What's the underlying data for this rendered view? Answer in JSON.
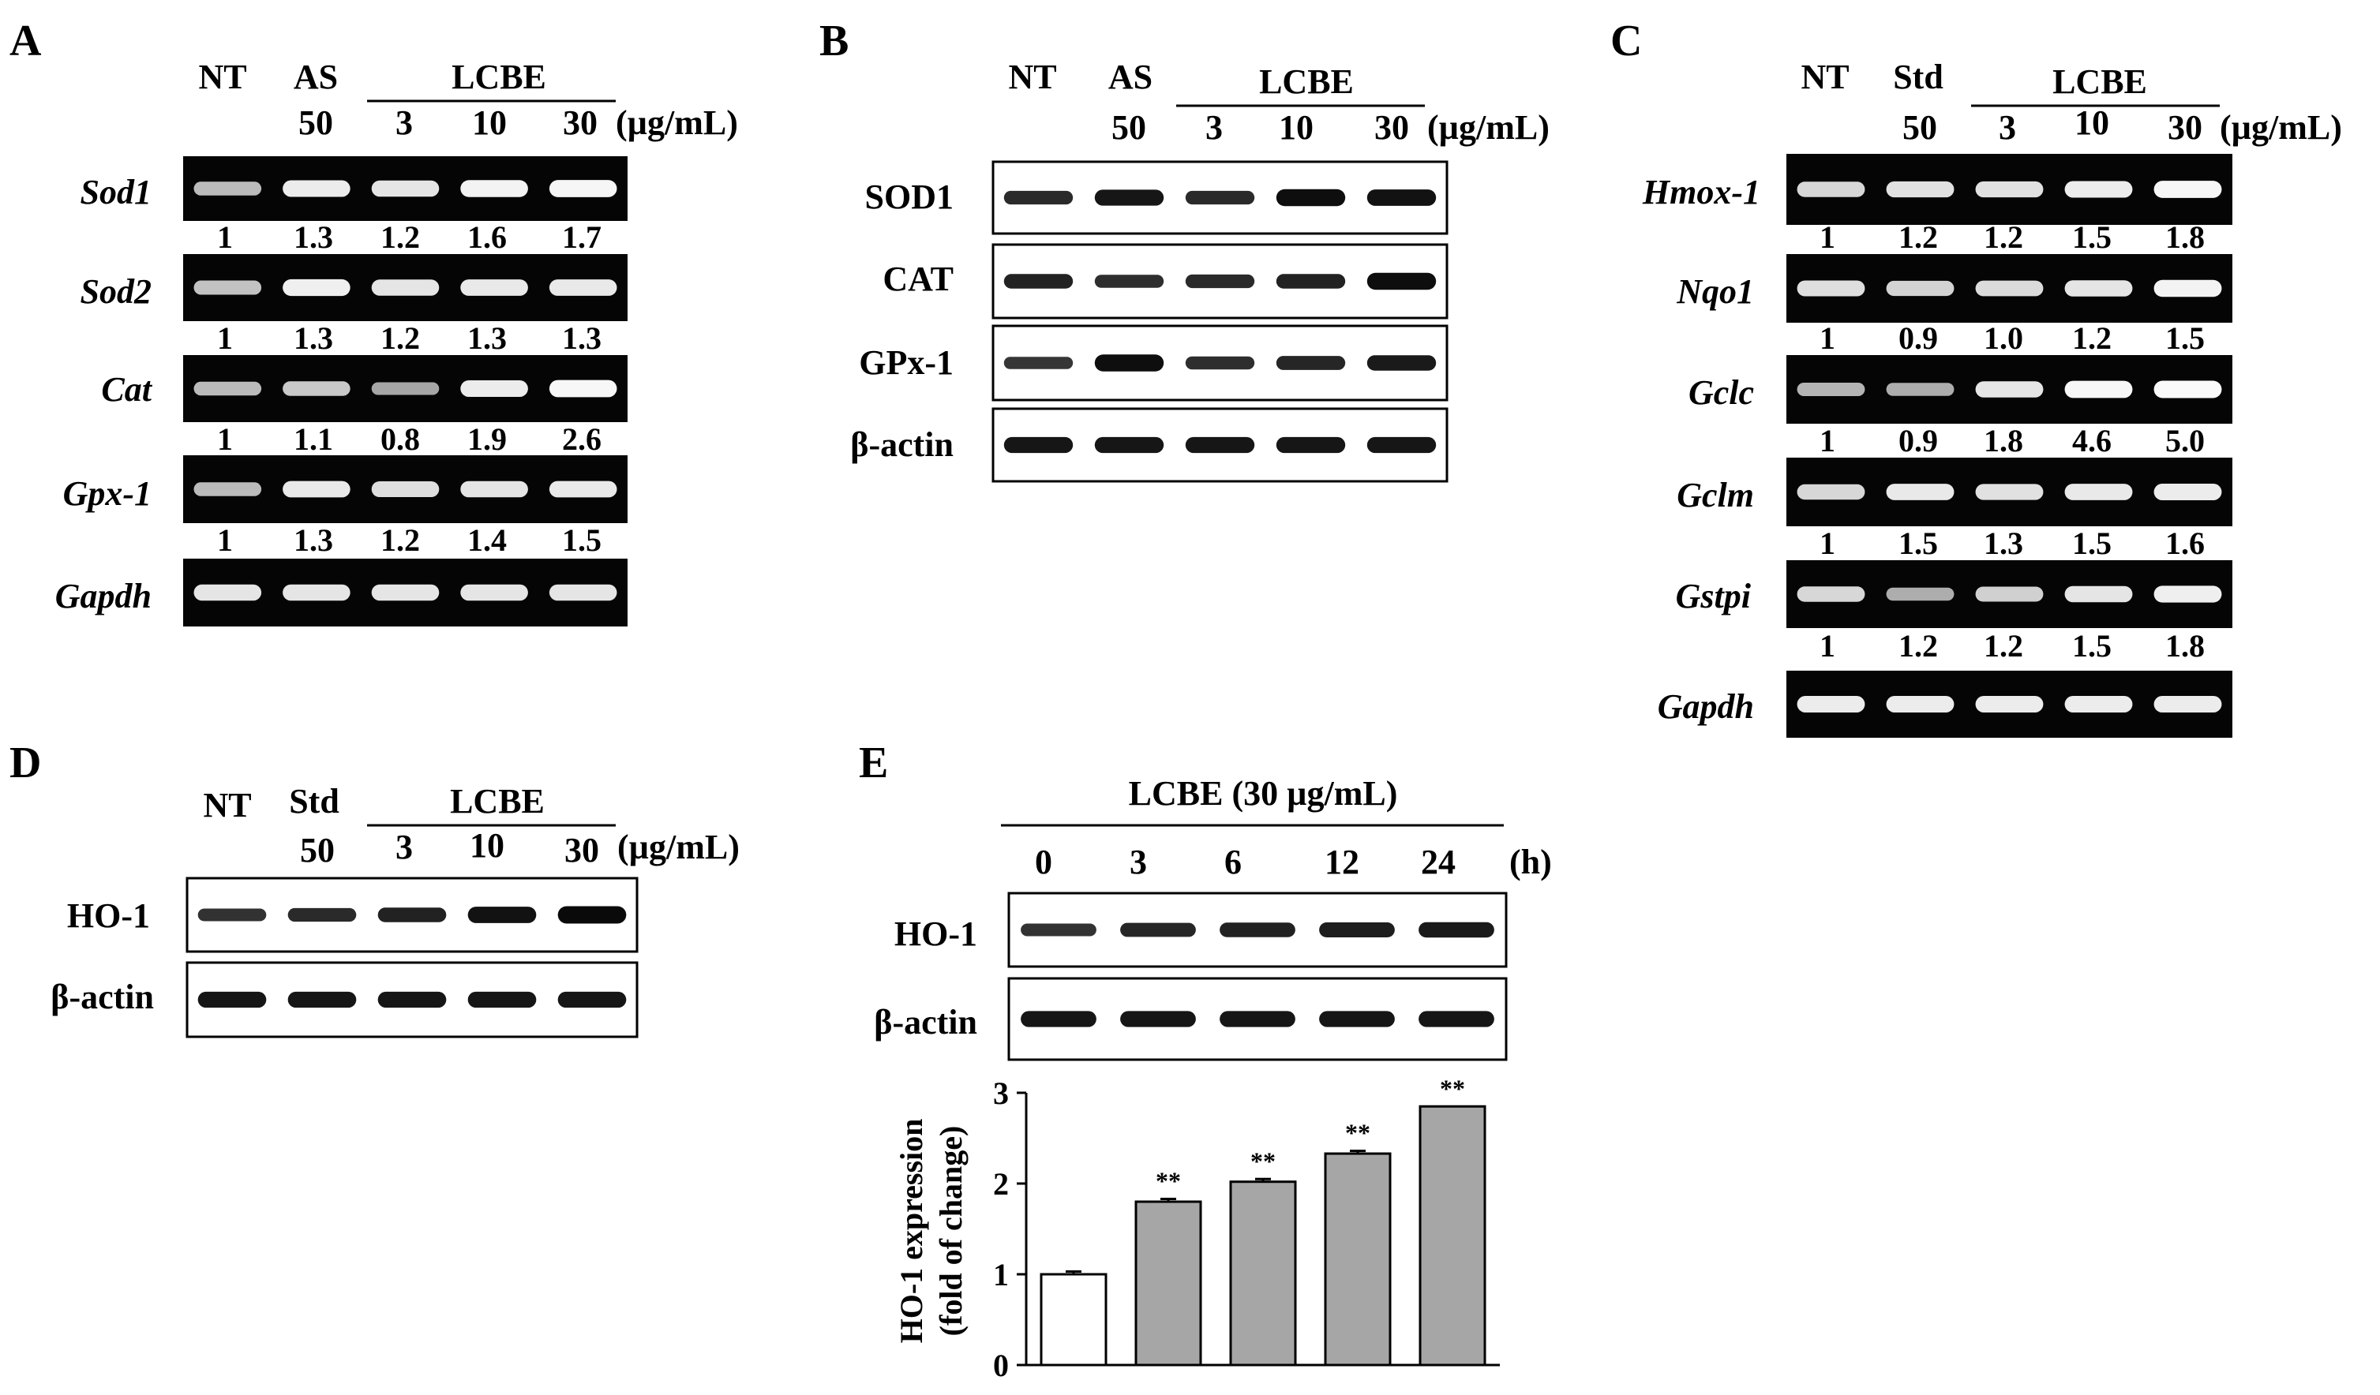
{
  "panels": {
    "A": {
      "letter": "A",
      "lanes": {
        "nt": "NT",
        "as": "AS",
        "as_dose": "50",
        "group": "LCBE",
        "doses": [
          "3",
          "10",
          "30"
        ],
        "unit": "(µg/mL)"
      },
      "rows": [
        {
          "gene": "Sod1",
          "values": [
            "1",
            "1.3",
            "1.2",
            "1.6",
            "1.7"
          ],
          "intensity": [
            0.55,
            0.9,
            0.85,
            0.95,
            0.97
          ]
        },
        {
          "gene": "Sod2",
          "values": [
            "1",
            "1.3",
            "1.2",
            "1.3",
            "1.3"
          ],
          "intensity": [
            0.6,
            0.92,
            0.85,
            0.88,
            0.88
          ]
        },
        {
          "gene": "Cat",
          "values": [
            "1",
            "1.1",
            "0.8",
            "1.9",
            "2.6"
          ],
          "intensity": [
            0.55,
            0.65,
            0.4,
            0.9,
            0.98
          ]
        },
        {
          "gene": "Gpx-1",
          "values": [
            "1",
            "1.3",
            "1.2",
            "1.4",
            "1.5"
          ],
          "intensity": [
            0.55,
            0.88,
            0.8,
            0.85,
            0.88
          ]
        },
        {
          "gene": "Gapdh",
          "values": [],
          "intensity": [
            0.85,
            0.85,
            0.85,
            0.85,
            0.85
          ]
        }
      ]
    },
    "B": {
      "letter": "B",
      "lanes": {
        "nt": "NT",
        "as": "AS",
        "as_dose": "50",
        "group": "LCBE",
        "doses": [
          "3",
          "10",
          "30"
        ],
        "unit": "(µg/mL)"
      },
      "rows": [
        {
          "protein": "SOD1",
          "intensity": [
            0.6,
            0.85,
            0.6,
            0.95,
            0.9
          ]
        },
        {
          "protein": "CAT",
          "intensity": [
            0.7,
            0.55,
            0.6,
            0.7,
            0.95
          ]
        },
        {
          "protein": "GPx-1",
          "intensity": [
            0.45,
            0.95,
            0.55,
            0.65,
            0.8
          ]
        },
        {
          "protein": "β-actin",
          "intensity": [
            0.85,
            0.85,
            0.85,
            0.85,
            0.85
          ]
        }
      ]
    },
    "C": {
      "letter": "C",
      "lanes": {
        "nt": "NT",
        "as": "Std",
        "as_dose": "50",
        "group": "LCBE",
        "doses": [
          "3",
          "10",
          "30"
        ],
        "unit": "(µg/mL)"
      },
      "rows": [
        {
          "gene": "Hmox-1",
          "values": [
            "1",
            "1.2",
            "1.2",
            "1.5",
            "1.8"
          ],
          "intensity": [
            0.75,
            0.82,
            0.82,
            0.9,
            0.97
          ]
        },
        {
          "gene": "Nqo1",
          "values": [
            "1",
            "0.9",
            "1.0",
            "1.2",
            "1.5"
          ],
          "intensity": [
            0.8,
            0.72,
            0.78,
            0.85,
            0.95
          ]
        },
        {
          "gene": "Gclc",
          "values": [
            "1",
            "0.9",
            "1.8",
            "4.6",
            "5.0"
          ],
          "intensity": [
            0.5,
            0.45,
            0.85,
            0.98,
            1.0
          ]
        },
        {
          "gene": "Gclm",
          "values": [
            "1",
            "1.5",
            "1.3",
            "1.5",
            "1.6"
          ],
          "intensity": [
            0.75,
            0.88,
            0.82,
            0.88,
            0.9
          ]
        },
        {
          "gene": "Gstpi",
          "values": [
            "1",
            "1.2",
            "1.2",
            "1.5",
            "1.8"
          ],
          "intensity": [
            0.75,
            0.45,
            0.7,
            0.85,
            0.92
          ]
        },
        {
          "gene": "Gapdh",
          "values": [],
          "intensity": [
            0.9,
            0.9,
            0.9,
            0.9,
            0.9
          ]
        }
      ]
    },
    "D": {
      "letter": "D",
      "lanes": {
        "nt": "NT",
        "as": "Std",
        "as_dose": "50",
        "group": "LCBE",
        "doses": [
          "3",
          "10",
          "30"
        ],
        "unit": "(µg/mL)"
      },
      "rows": [
        {
          "protein": "HO-1",
          "intensity": [
            0.5,
            0.6,
            0.7,
            0.9,
            1.0
          ]
        },
        {
          "protein": "β-actin",
          "intensity": [
            0.85,
            0.85,
            0.85,
            0.85,
            0.85
          ]
        }
      ]
    },
    "E": {
      "letter": "E",
      "treatment": "LCBE (30 µg/mL)",
      "times": [
        "0",
        "3",
        "6",
        "12",
        "24"
      ],
      "time_unit": "(h)",
      "rows": [
        {
          "protein": "HO-1",
          "intensity": [
            0.5,
            0.65,
            0.7,
            0.75,
            0.8
          ]
        },
        {
          "protein": "β-actin",
          "intensity": [
            0.85,
            0.85,
            0.85,
            0.85,
            0.85
          ]
        }
      ]
    }
  },
  "chart_data": {
    "type": "bar",
    "categories": [
      "0",
      "3",
      "6",
      "12",
      "24"
    ],
    "values": [
      1.0,
      1.8,
      2.02,
      2.33,
      2.85
    ],
    "errors": [
      0.03,
      0.03,
      0.03,
      0.03,
      0.0
    ],
    "significance": [
      "",
      "**",
      "**",
      "**",
      "**"
    ],
    "ylabel_line1": "HO-1 expression",
    "ylabel_line2": "(fold of change)",
    "xlabel": "",
    "ylim": [
      0,
      3
    ],
    "yticks": [
      "0",
      "1",
      "2",
      "3"
    ],
    "bar_colors": [
      "#ffffff",
      "#a6a6a6",
      "#a6a6a6",
      "#a6a6a6",
      "#a6a6a6"
    ],
    "grid": false
  }
}
